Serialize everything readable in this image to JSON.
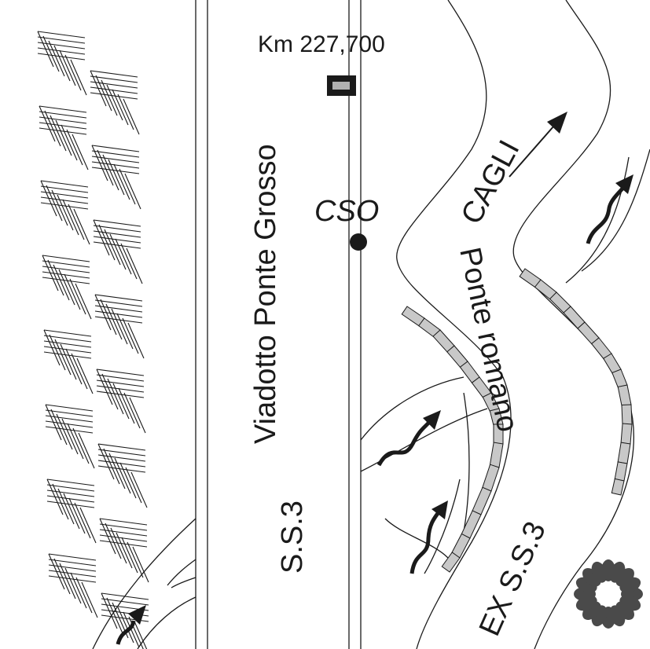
{
  "labels": {
    "km_marker": "Km 227,700",
    "viaduct": "Viadotto Ponte Grosso",
    "station": "CSO",
    "direction": "CAGLI",
    "bridge": "Ponte romano",
    "road_ss3": "S.S.3",
    "road_ex_ss3": "EX S.S.3"
  },
  "colors": {
    "ink": "#1a1a1a",
    "embankment": "#c8c8c8",
    "marker_fill": "#b0b0b0",
    "tree": "#4a4a4a"
  },
  "icons": {
    "km_marker": "rectangle-marker",
    "station": "filled-circle",
    "flow_arrows": "wavy-arrow",
    "direction": "arrow",
    "tree": "tree-symbol"
  }
}
